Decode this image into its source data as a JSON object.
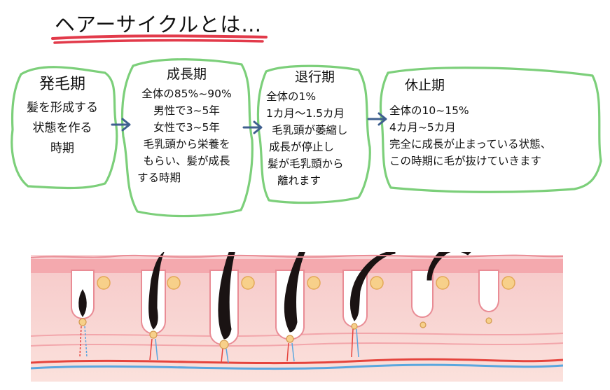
{
  "title": "ヘアーサイクルとは…",
  "phases": [
    {
      "title": "発毛期",
      "lines": [
        "髪を形成する",
        "状態を作る",
        "時期"
      ]
    },
    {
      "title": "成長期",
      "lines": [
        "全体の85%~90%",
        "男性で3~5年",
        "女性で3~5年",
        "毛乳頭から栄養を",
        "もらい、髪が成長",
        "する時期"
      ]
    },
    {
      "title": "退行期",
      "lines": [
        "全体の1%",
        "1カ月～1.5カ月",
        "毛乳頭が萎縮し",
        "成長が停止し",
        "髪が毛乳頭から",
        "離れます"
      ]
    },
    {
      "title": "休止期",
      "lines": [
        "全体の10~15%",
        "4カ月~5カ月",
        "完全に成長が止まっている状態、",
        "この時期に毛が抜けていきます"
      ]
    }
  ],
  "colors": {
    "bubble_border": "#7ccf7a",
    "arrow": "#3f5f8f",
    "underline": "#e23a4a",
    "skin_top": "#f6c9c9",
    "skin_layer": "#f4a9ae",
    "skin_deep": "#fbe1dc",
    "hair": "#1a1313",
    "vessel_red": "#e5443d",
    "vessel_blue": "#5aa7df"
  },
  "icons": [
    "arrow-right-icon",
    "hair-follicle-illustration"
  ]
}
